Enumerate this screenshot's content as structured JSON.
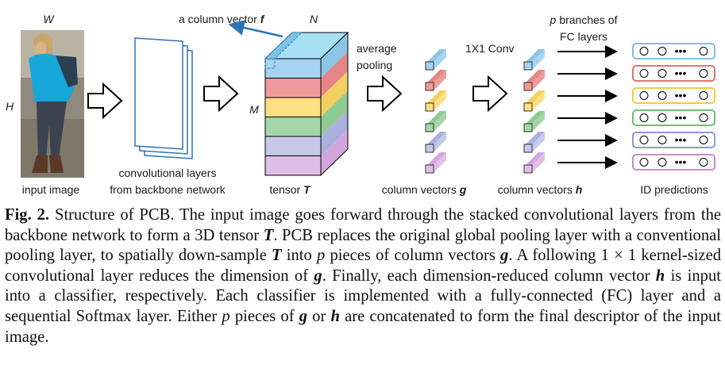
{
  "figure": {
    "labels": {
      "w": "W",
      "h": "H",
      "m": "M",
      "n": "N",
      "column_vector_f_text": "a column vector ",
      "column_vector_f_sym": "f",
      "input_image": "input image",
      "conv_line1": "convolutional layers",
      "conv_line2": "from backbone network",
      "tensor_text": "tensor ",
      "tensor_sym": "T",
      "avg_line1": "average",
      "avg_line2": "pooling",
      "conv1x1": "1X1 Conv",
      "branches_line1": "p branches of",
      "branches_line2": "FC layers",
      "colvec_g_text": "column vectors ",
      "colvec_g_sym": "g",
      "colvec_h_text": "column vectors ",
      "colvec_h_sym": "h",
      "id_predictions": "ID predictions",
      "neuron_dots": "•••"
    },
    "stripe_colors": [
      "#a6d3ef",
      "#ef9a9a",
      "#ffe082",
      "#a5d6a7",
      "#c5cae9",
      "#e1bee7"
    ],
    "stripe_side_colors": [
      "#8ec4e6",
      "#e58585",
      "#f2cf63",
      "#8fca92",
      "#a9b0de",
      "#d2a6dc"
    ],
    "pred_border_colors": [
      "#7dbfe6",
      "#e57373",
      "#f2cc3a",
      "#6fbf73",
      "#8c9ad6",
      "#c48fd0"
    ],
    "arrow_color": "#2e74b5"
  },
  "caption": {
    "label": "Fig. 2.",
    "parts": [
      " Structure of PCB. The input image goes forward through the stacked convolutional layers from the backbone network to form a 3D tensor ",
      "T",
      ". PCB replaces the original global pooling layer with a conventional pooling layer, to spatially down-sample ",
      "T",
      " into ",
      "p",
      " pieces of column vectors ",
      "g",
      ". A following 1 × 1 kernel-sized convolutional layer reduces the dimension of ",
      "g",
      ". Finally, each dimension-reduced column vector ",
      "h",
      " is input into a classifier, respectively. Each classifier is implemented with a fully-connected (FC) layer and a sequential Softmax layer. Either ",
      "p",
      " pieces of ",
      "g",
      " or ",
      "h",
      " are concatenated to form the final descriptor of the input image."
    ]
  }
}
